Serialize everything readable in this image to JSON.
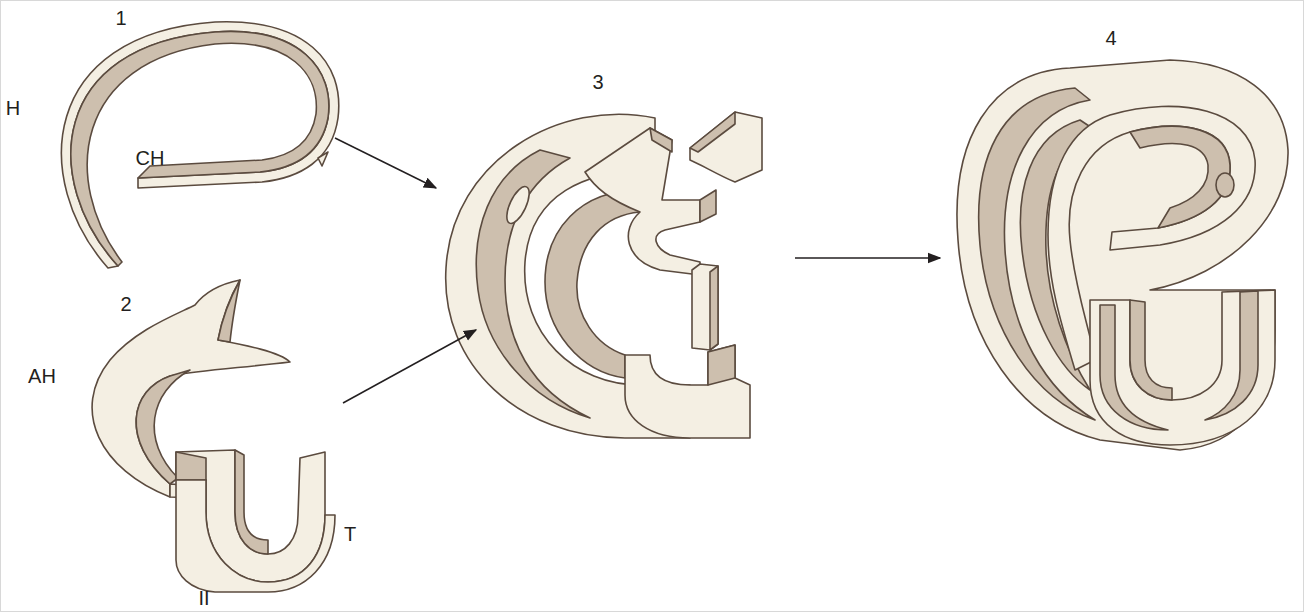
{
  "diagram": {
    "labels": [
      "1",
      "H",
      "CH",
      "2",
      "AH",
      "T",
      "II",
      "3",
      "4"
    ]
  }
}
